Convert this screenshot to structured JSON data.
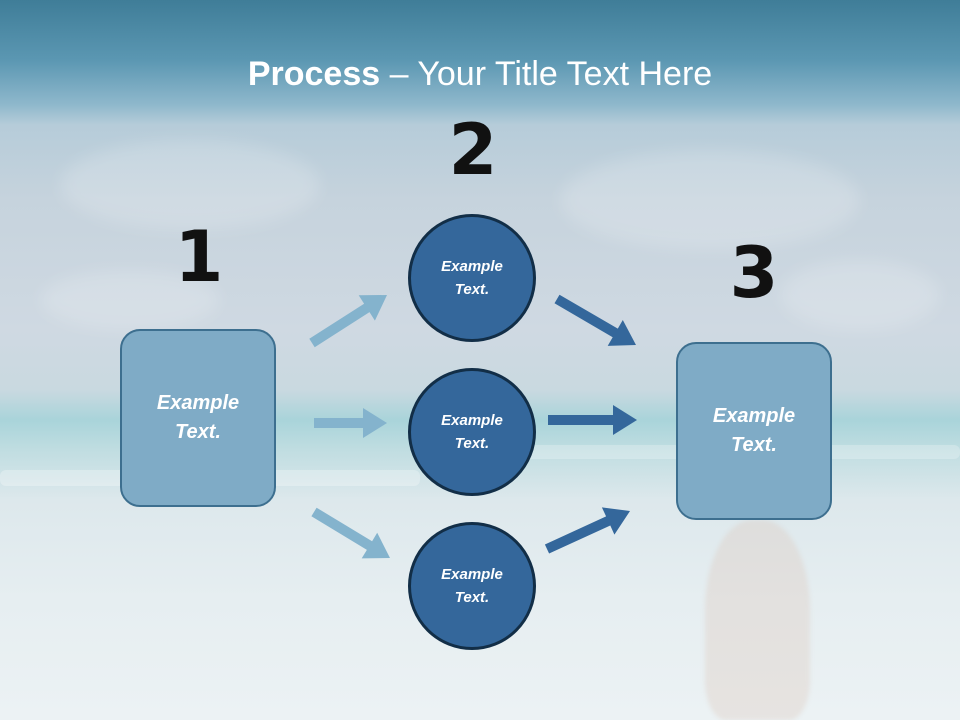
{
  "slide": {
    "title_bold": "Process",
    "title_rest": " – Your Title Text Here"
  },
  "steps": {
    "step1_number": "1",
    "step2_number": "2",
    "step3_number": "3"
  },
  "nodes": {
    "left_box": "Example Text.",
    "right_box": "Example Text.",
    "circle_top": "Example Text.",
    "circle_middle": "Example Text.",
    "circle_bottom": "Example Text."
  },
  "colors": {
    "light_box": "#7fabc6",
    "dark_circle": "#34679b",
    "light_arrow": "#84b3cd",
    "dark_arrow": "#34679b",
    "number_text": "#111111"
  }
}
